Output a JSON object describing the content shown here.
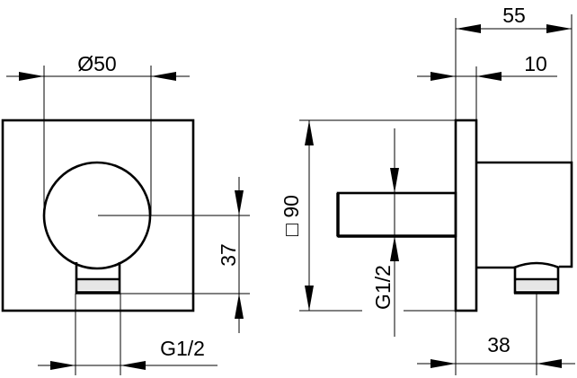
{
  "drawing": {
    "type": "technical-drawing",
    "views": [
      {
        "name": "front-view",
        "description": "Square cover plate with round wall outlet and threaded connection at bottom"
      },
      {
        "name": "side-view",
        "description": "Side profile with plate, body, rear pipe connection and bottom threaded outlet"
      }
    ],
    "colors": {
      "line": "#000000",
      "background": "#ffffff"
    }
  },
  "front_view": {
    "dim_diameter": "Ø50",
    "dim_height_37": "37",
    "dim_thread_bottom": "G1/2"
  },
  "side_view": {
    "dim_square": "□ 90",
    "dim_depth_55": "55",
    "dim_plate_10": "10",
    "dim_thread_rear": "G1/2",
    "dim_outlet_38": "38"
  }
}
